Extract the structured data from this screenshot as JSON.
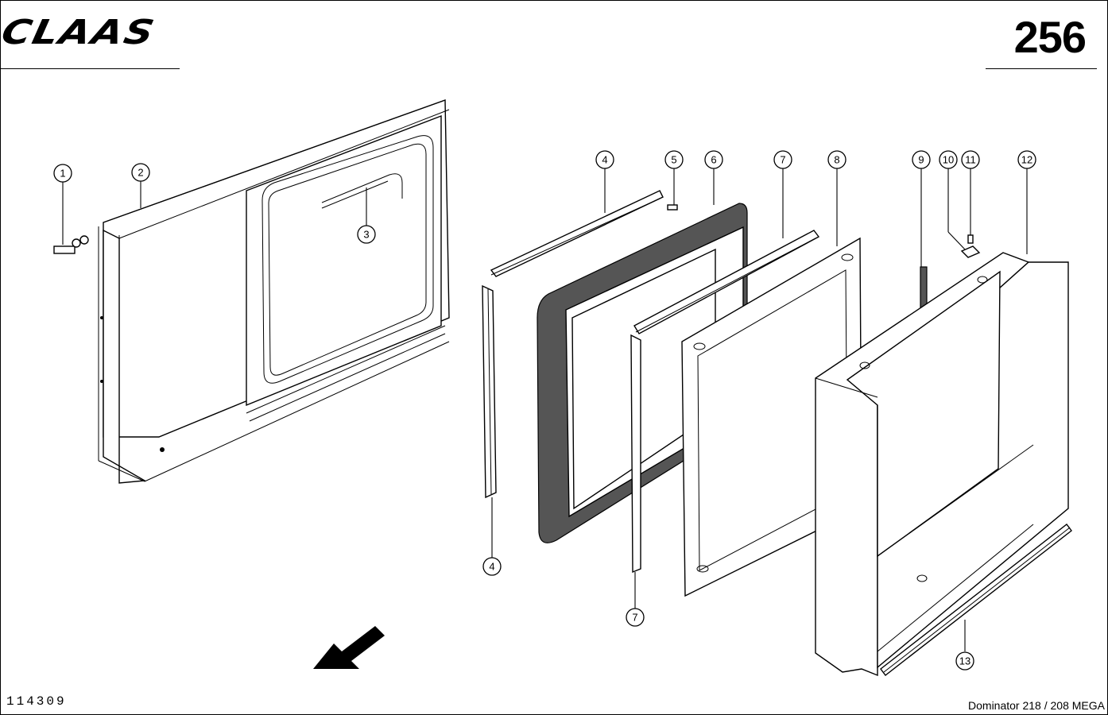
{
  "header": {
    "brand": "CLAAS",
    "page_number": "256"
  },
  "footer": {
    "illustration_code": "114309",
    "model": "Dominator 218 / 208 MEGA"
  },
  "callouts": [
    "1",
    "2",
    "3",
    "4",
    "5",
    "6",
    "7",
    "8",
    "9",
    "10",
    "11",
    "12",
    "13",
    "4",
    "7"
  ]
}
